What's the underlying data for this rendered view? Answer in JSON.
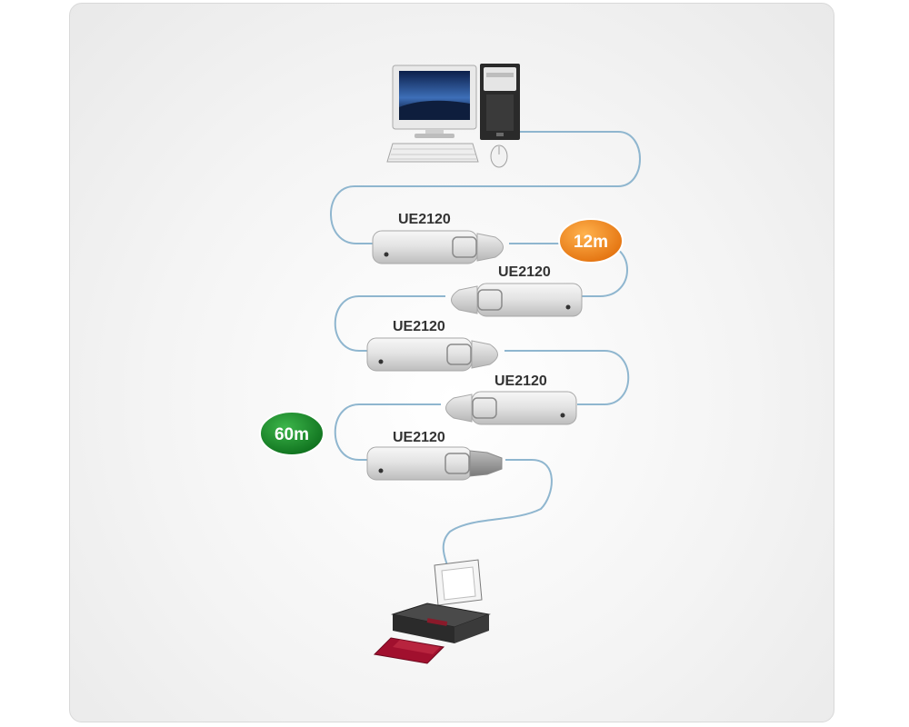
{
  "diagram": {
    "extender_units": [
      {
        "label": "UE2120"
      },
      {
        "label": "UE2120"
      },
      {
        "label": "UE2120"
      },
      {
        "label": "UE2120"
      },
      {
        "label": "UE2120"
      }
    ],
    "badges": [
      {
        "text": "12m",
        "color": "#ef8a1e"
      },
      {
        "text": "60m",
        "color": "#1a8a2a"
      }
    ],
    "colors": {
      "cable": "#8fb6cf",
      "extender_body": "#e3e3e3",
      "printer_paper": "#a1102e"
    },
    "icons": [
      "computer-icon",
      "printer-icon"
    ]
  }
}
